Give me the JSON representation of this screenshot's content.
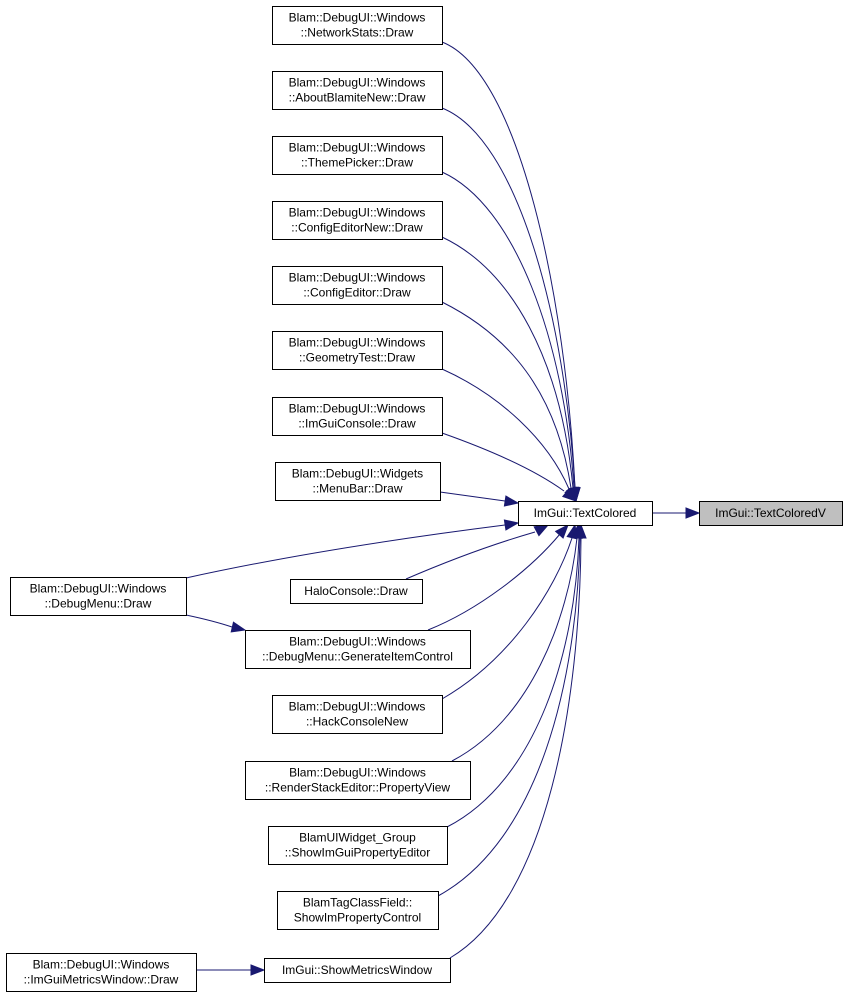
{
  "diagram": {
    "type": "call-graph",
    "nodes": [
      {
        "id": "n_textcoloredv",
        "lines": [
          "ImGui::TextColoredV"
        ],
        "highlight": true
      },
      {
        "id": "n_textcolored",
        "lines": [
          "ImGui::TextColored"
        ]
      },
      {
        "id": "n_networkstats",
        "lines": [
          "Blam::DebugUI::Windows",
          "::NetworkStats::Draw"
        ]
      },
      {
        "id": "n_aboutblamite",
        "lines": [
          "Blam::DebugUI::Windows",
          "::AboutBlamiteNew::Draw"
        ]
      },
      {
        "id": "n_themepicker",
        "lines": [
          "Blam::DebugUI::Windows",
          "::ThemePicker::Draw"
        ]
      },
      {
        "id": "n_configeditornew",
        "lines": [
          "Blam::DebugUI::Windows",
          "::ConfigEditorNew::Draw"
        ]
      },
      {
        "id": "n_configeditor",
        "lines": [
          "Blam::DebugUI::Windows",
          "::ConfigEditor::Draw"
        ]
      },
      {
        "id": "n_geometrytest",
        "lines": [
          "Blam::DebugUI::Windows",
          "::GeometryTest::Draw"
        ]
      },
      {
        "id": "n_imguiconsole",
        "lines": [
          "Blam::DebugUI::Windows",
          "::ImGuiConsole::Draw"
        ]
      },
      {
        "id": "n_menubar",
        "lines": [
          "Blam::DebugUI::Widgets",
          "::MenuBar::Draw"
        ]
      },
      {
        "id": "n_debugmenu",
        "lines": [
          "Blam::DebugUI::Windows",
          "::DebugMenu::Draw"
        ]
      },
      {
        "id": "n_haloconsole",
        "lines": [
          "HaloConsole::Draw"
        ]
      },
      {
        "id": "n_generateitem",
        "lines": [
          "Blam::DebugUI::Windows",
          "::DebugMenu::GenerateItemControl"
        ]
      },
      {
        "id": "n_hackconsole",
        "lines": [
          "Blam::DebugUI::Windows",
          "::HackConsoleNew"
        ]
      },
      {
        "id": "n_renderstack",
        "lines": [
          "Blam::DebugUI::Windows",
          "::RenderStackEditor::PropertyView"
        ]
      },
      {
        "id": "n_widgetgroup",
        "lines": [
          "BlamUIWidget_Group",
          "::ShowImGuiPropertyEditor"
        ]
      },
      {
        "id": "n_tagclassfield",
        "lines": [
          "BlamTagClassField::",
          "ShowImPropertyControl"
        ]
      },
      {
        "id": "n_metricsdraw",
        "lines": [
          "Blam::DebugUI::Windows",
          "::ImGuiMetricsWindow::Draw"
        ]
      },
      {
        "id": "n_showmetrics",
        "lines": [
          "ImGui::ShowMetricsWindow"
        ]
      }
    ],
    "edges": [
      {
        "from": "n_textcolored",
        "to": "n_textcoloredv"
      },
      {
        "from": "n_networkstats",
        "to": "n_textcolored"
      },
      {
        "from": "n_aboutblamite",
        "to": "n_textcolored"
      },
      {
        "from": "n_themepicker",
        "to": "n_textcolored"
      },
      {
        "from": "n_configeditornew",
        "to": "n_textcolored"
      },
      {
        "from": "n_configeditor",
        "to": "n_textcolored"
      },
      {
        "from": "n_geometrytest",
        "to": "n_textcolored"
      },
      {
        "from": "n_imguiconsole",
        "to": "n_textcolored"
      },
      {
        "from": "n_menubar",
        "to": "n_textcolored"
      },
      {
        "from": "n_debugmenu",
        "to": "n_textcolored"
      },
      {
        "from": "n_haloconsole",
        "to": "n_textcolored"
      },
      {
        "from": "n_generateitem",
        "to": "n_textcolored"
      },
      {
        "from": "n_hackconsole",
        "to": "n_textcolored"
      },
      {
        "from": "n_renderstack",
        "to": "n_textcolored"
      },
      {
        "from": "n_widgetgroup",
        "to": "n_textcolored"
      },
      {
        "from": "n_tagclassfield",
        "to": "n_textcolored"
      },
      {
        "from": "n_showmetrics",
        "to": "n_textcolored"
      },
      {
        "from": "n_debugmenu",
        "to": "n_generateitem"
      },
      {
        "from": "n_metricsdraw",
        "to": "n_showmetrics"
      }
    ],
    "colors": {
      "edge": "#191970",
      "node_border": "#000000",
      "node_fill": "#ffffff",
      "highlight_fill": "#bfbfbf"
    }
  }
}
